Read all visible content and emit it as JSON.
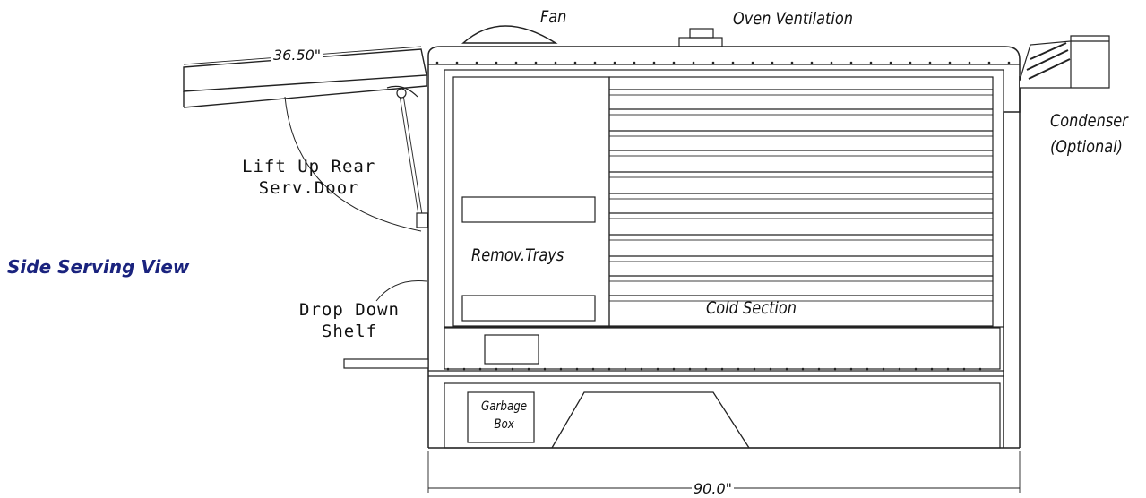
{
  "title": "Side Serving View",
  "labels": {
    "fan": "Fan",
    "oven_ventilation": "Oven Ventilation",
    "condenser_line1": "Condenser",
    "condenser_line2": "(Optional)",
    "rear_door_line1": "Lift Up Rear",
    "rear_door_line2": "Serv.Door",
    "drop_shelf_line1": "Drop Down",
    "drop_shelf_line2": "Shelf",
    "trays": "Remov.Trays",
    "cold_section": "Cold Section",
    "garbage_line1": "Garbage",
    "garbage_line2": "Box"
  },
  "dimensions": {
    "door_length": "36.50\"",
    "overall_length": "90.0\""
  }
}
